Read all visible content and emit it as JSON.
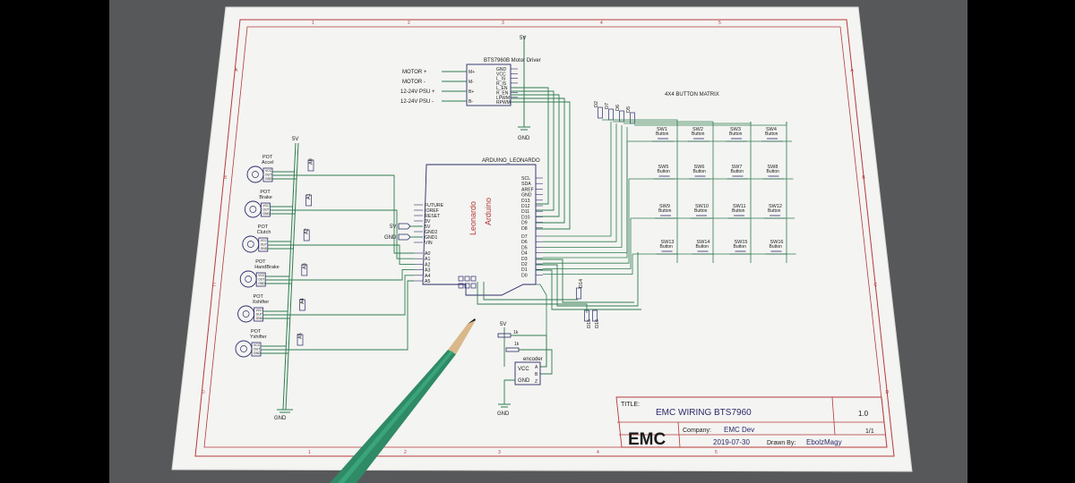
{
  "schematic": {
    "motor_driver": {
      "title": "BTS7960B Motor Driver",
      "supply": "5V",
      "ground": "GND",
      "left_pins": [
        "M+",
        "M-",
        "B+",
        "B-"
      ],
      "right_pins": [
        "GND",
        "VCC",
        "L_IS",
        "R_IS",
        "L_EN",
        "R_EN",
        "LPWM",
        "RPWM"
      ],
      "labels": [
        "MOTOR +",
        "MOTOR -",
        "12-24V PSU +",
        "12-24V PSU -"
      ]
    },
    "arduino": {
      "title": "ARDUINO_LEONARDO",
      "logo_line1": "Arduino",
      "logo_line2": "Leonardo",
      "left_pins": [
        "FUTURE",
        "IOREF",
        "RESET",
        "3V",
        "5V",
        "GND2",
        "GND1",
        "VIN",
        "A0",
        "A1",
        "A2",
        "A3",
        "A4",
        "A5"
      ],
      "right_pins": [
        "SCL",
        "SDA",
        "AREF",
        "GND",
        "D13",
        "D12",
        "D11",
        "D10",
        "D9",
        "D8",
        "D7",
        "D6",
        "D5",
        "D4",
        "D3",
        "D2",
        "D1",
        "D0"
      ],
      "supply_label": "5V",
      "ground_label": "GND"
    },
    "pots": [
      {
        "name": "POT",
        "label": "Accel",
        "net": "A0"
      },
      {
        "name": "POT",
        "label": "Brake",
        "net": "A1"
      },
      {
        "name": "POT",
        "label": "Clutch",
        "net": "A2"
      },
      {
        "name": "POT",
        "label": "HandBrake",
        "net": "A3"
      },
      {
        "name": "POT",
        "label": "Xshifter",
        "net": "A4"
      },
      {
        "name": "POT",
        "label": "Yshifter",
        "net": "A5"
      }
    ],
    "pot_pins": [
      "VCC",
      "OUT",
      "GND"
    ],
    "pot_rail_top": "5V",
    "pot_rail_bottom": "GND",
    "matrix": {
      "title": "4X4 BUTTON MATRIX",
      "buttons": [
        "SW1",
        "SW2",
        "SW3",
        "SW4",
        "SW5",
        "SW6",
        "SW7",
        "SW8",
        "SW9",
        "SW10",
        "SW11",
        "SW12",
        "SW13",
        "SW14",
        "SW15",
        "SW16"
      ],
      "button_label": "Button",
      "diodes": [
        "D2",
        "D7",
        "D6",
        "D5"
      ]
    },
    "diodes_lower": [
      "D14",
      "D15",
      "D16"
    ],
    "encoder": {
      "title": "encoder",
      "pins_left": [
        "VCC",
        "GND"
      ],
      "pins_right": [
        "A",
        "B",
        "Z"
      ],
      "resistors": [
        "1k",
        "1k"
      ],
      "supply": "5V",
      "ground": "GND"
    },
    "frame": {
      "col_markers": [
        "1",
        "2",
        "3",
        "4",
        "5"
      ],
      "row_markers": [
        "A",
        "B",
        "C",
        "D"
      ]
    },
    "title_block": {
      "title_label": "TITLE:",
      "title": "EMC WIRING BTS7960",
      "revision": "1.0",
      "logo": "EMC",
      "company_label": "Company:",
      "company": "EMC Dev",
      "sheet": "1/1",
      "date": "2019-07-30",
      "drawn_label": "Drawn By:",
      "drawn_by": "EbolzMagy"
    }
  },
  "colors": {
    "frame": "#b33a3a",
    "wire": "#2e7d4f",
    "component": "#2a2a6a",
    "paper": "#f5f5f3"
  }
}
